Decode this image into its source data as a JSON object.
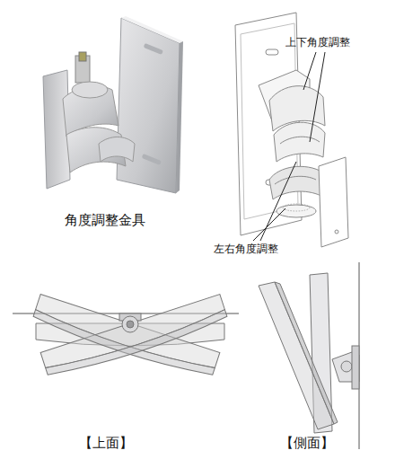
{
  "diagram": {
    "labels": [
      "角度調整金具",
      "上下角度調整",
      "左右角度調整",
      "【上面】",
      "【側面】"
    ]
  }
}
